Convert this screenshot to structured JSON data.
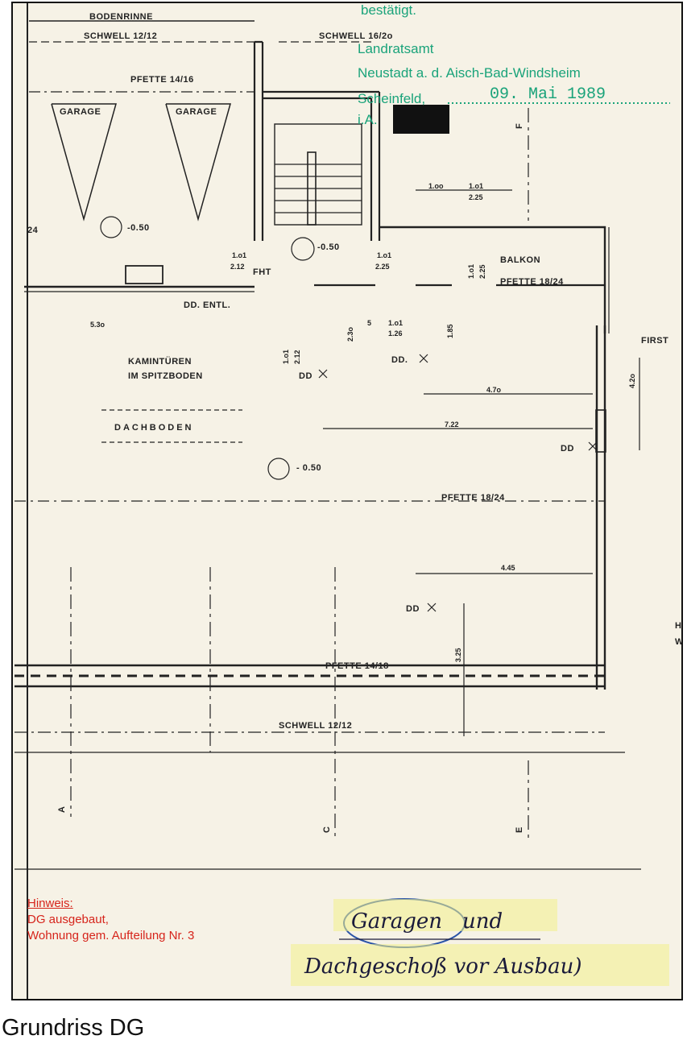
{
  "stamp": {
    "line1": "bestätigt.",
    "line2": "Landratsamt",
    "line3": "Neustadt a. d. Aisch-Bad-Windsheim",
    "line4": "Scheinfeld,",
    "line5": "i.A.",
    "date": "09. Mai 1989",
    "color": "#1aa37a"
  },
  "plan_labels": {
    "bodenrinne": "BODENRINNE",
    "schwell_top_left": "SCHWELL 12/12",
    "schwell_top_right": "SCHWELL 16/2o",
    "pfette_top": "PFETTE 14/16",
    "garage_left": "GARAGE",
    "garage_right": "GARAGE",
    "level_1": "-0.50",
    "level_2": "-0.50",
    "level_3": "- 0.50",
    "balkon": "BALKON",
    "pfette_balkon": "PFETTE 18/24",
    "first": "FIRST",
    "fht": "FHT",
    "dd_entl": "DD. ENTL.",
    "kamintueren_1": "KAMINTÜREN",
    "kamintueren_2": "IM SPITZBODEN",
    "dachboden": "DACHBODEN",
    "pfette_mid": "PFETTE 18/24",
    "pfette_bottom": "PFETTE 14/18",
    "schwell_bottom": "SCHWELL 12/12",
    "dd_1": "DD.",
    "dd_2": "DD",
    "dd_3": "DD",
    "dd_4": "DD",
    "axis_a": "A",
    "axis_c": "C",
    "axis_e": "E",
    "axis_f": "F",
    "edge_24": "24",
    "edge_h": "H",
    "edge_w": "W"
  },
  "dimensions": {
    "d_1oo": "1.oo",
    "d_1o1_a": "1.o1",
    "d_225_a": "2.25",
    "d_1o1_b": "1.o1",
    "d_212_a": "2.12",
    "d_1o1_c": "1.o1",
    "d_225_b": "2.25",
    "d_1o1_d": "1.o1",
    "d_225_c": "2.25",
    "d_53o": "5.3o",
    "d_23o": "2.3o",
    "d_5": "5",
    "d_1o1_e": "1.o1",
    "d_126": "1.26",
    "d_185": "1.85",
    "d_1o1_f": "1.o1",
    "d_212_b": "2.12",
    "d_47o": "4.7o",
    "d_42o": "4.2o",
    "d_722": "7.22",
    "d_445": "4.45",
    "d_325": "3.25"
  },
  "hint": {
    "title": "Hinweis:",
    "line1": "DG ausgebaut,",
    "line2": "Wohnung gem. Aufteilung Nr. 3",
    "color": "#d6241b"
  },
  "handwriting": {
    "line1_word": "Garagen",
    "line1_rest": "und",
    "line2": "Dachgeschoß vor Ausbau)"
  },
  "caption": "Grundriss DG"
}
